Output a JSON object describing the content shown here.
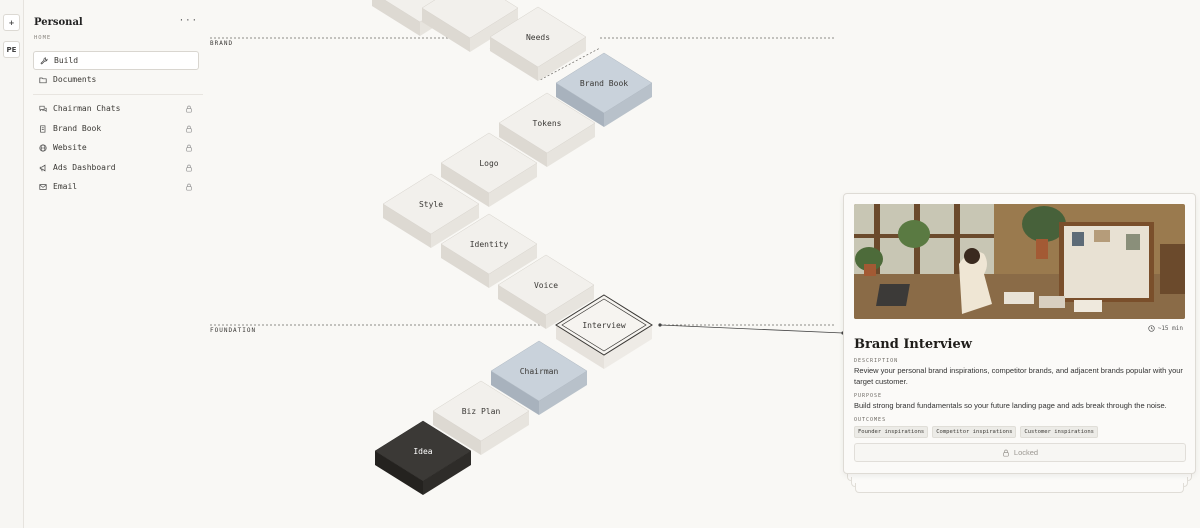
{
  "rail": {
    "add_label": "+",
    "avatar_label": "PE"
  },
  "sidebar": {
    "workspace": "Personal",
    "more": "···",
    "section": "HOME",
    "items": [
      {
        "label": "Build",
        "icon": "wrench-icon",
        "active": true,
        "locked": false
      },
      {
        "label": "Documents",
        "icon": "folder-icon",
        "active": false,
        "locked": false
      },
      {
        "label": "Chairman Chats",
        "icon": "chat-icon",
        "active": false,
        "locked": true
      },
      {
        "label": "Brand Book",
        "icon": "book-icon",
        "active": false,
        "locked": true
      },
      {
        "label": "Website",
        "icon": "globe-icon",
        "active": false,
        "locked": true
      },
      {
        "label": "Ads Dashboard",
        "icon": "megaphone-icon",
        "active": false,
        "locked": true
      },
      {
        "label": "Email",
        "icon": "mail-icon",
        "active": false,
        "locked": true
      }
    ]
  },
  "canvas": {
    "sections": {
      "brand": "BRAND",
      "foundation": "FOUNDATION"
    },
    "steps": {
      "needs": "Needs",
      "brand_book": "Brand Book",
      "tokens": "Tokens",
      "logo": "Logo",
      "style": "Style",
      "identity": "Identity",
      "voice": "Voice",
      "interview": "Interview",
      "chairman": "Chairman",
      "biz_plan": "Biz Plan",
      "idea": "Idea"
    },
    "colors": {
      "tile": "#f2f0ec",
      "highlight": "#c9d2db",
      "dark": "#3b3936"
    }
  },
  "detail": {
    "duration": "~15 min",
    "title": "Brand Interview",
    "description_label": "DESCRIPTION",
    "description": "Review your personal brand inspirations, competitor brands, and adjacent brands popular with your target customer.",
    "purpose_label": "PURPOSE",
    "purpose": "Build strong brand fundamentals so your future landing page and ads break through the noise.",
    "outcomes_label": "OUTCOMES",
    "outcomes": [
      "Founder inspirations",
      "Competitor inspirations",
      "Customer inspirations"
    ],
    "locked_label": "Locked"
  }
}
